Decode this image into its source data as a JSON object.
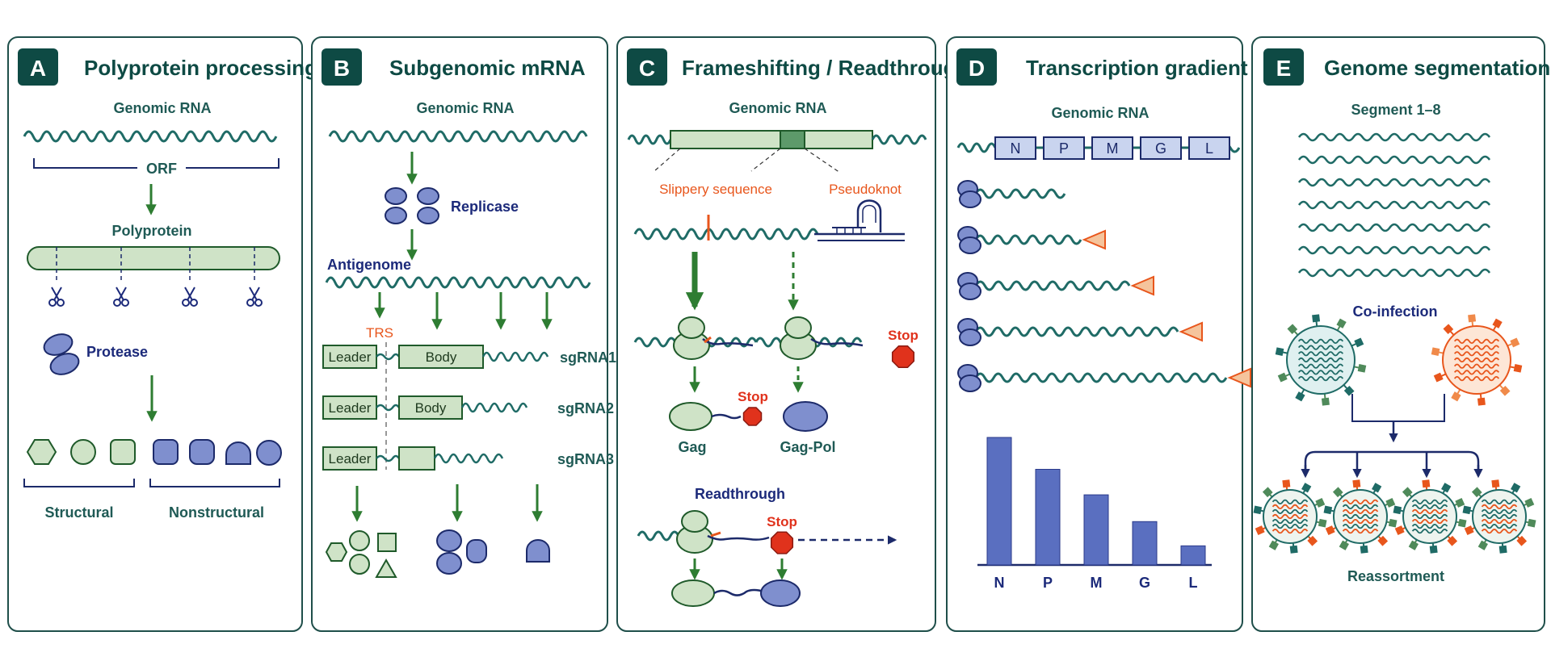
{
  "panels": [
    {
      "letter": "A",
      "title": "Polyprotein processing",
      "labels": {
        "genomic_rna": "Genomic RNA",
        "orf": "ORF",
        "polyprotein": "Polyprotein",
        "protease": "Protease",
        "structural": "Structural",
        "nonstructural": "Nonstructural"
      }
    },
    {
      "letter": "B",
      "title": "Subgenomic mRNA",
      "labels": {
        "genomic_rna": "Genomic RNA",
        "replicase": "Replicase",
        "antigenome": "Antigenome",
        "trs": "TRS",
        "leader": "Leader",
        "body": "Body",
        "sgrna1": "sgRNA1",
        "sgrna2": "sgRNA2",
        "sgrna3": "sgRNA3"
      }
    },
    {
      "letter": "C",
      "title": "Frameshifting / Readthrough",
      "labels": {
        "genomic_rna": "Genomic RNA",
        "slippery": "Slippery sequence",
        "pseudoknot": "Pseudoknot",
        "stop": "Stop",
        "gag": "Gag",
        "gag_pol": "Gag-Pol",
        "readthrough": "Readthrough"
      }
    },
    {
      "letter": "D",
      "title": "Transcription gradient",
      "labels": {
        "genomic_rna": "Genomic RNA"
      },
      "genes": [
        "N",
        "P",
        "M",
        "G",
        "L"
      ]
    },
    {
      "letter": "E",
      "title": "Genome segmentation",
      "labels": {
        "segments": "Segment 1–8",
        "coinfection": "Co-infection",
        "reassortment": "Reassortment"
      }
    }
  ],
  "colors": {
    "teal_badge": "#0e4a44",
    "panel_border": "#1f4f4a",
    "rna_teal": "#1f6b66",
    "arrow_green": "#2e7d32",
    "green_fill": "#cfe3c7",
    "blue_fill": "#7f8fce",
    "navy": "#1c2a7a",
    "orange": "#e8561c",
    "stop_red": "#e0321c"
  },
  "chart_data": {
    "type": "bar",
    "categories": [
      "N",
      "P",
      "M",
      "G",
      "L"
    ],
    "values": [
      100,
      75,
      55,
      34,
      15
    ],
    "title": "",
    "xlabel": "",
    "ylabel": "",
    "ylim": [
      0,
      100
    ]
  }
}
